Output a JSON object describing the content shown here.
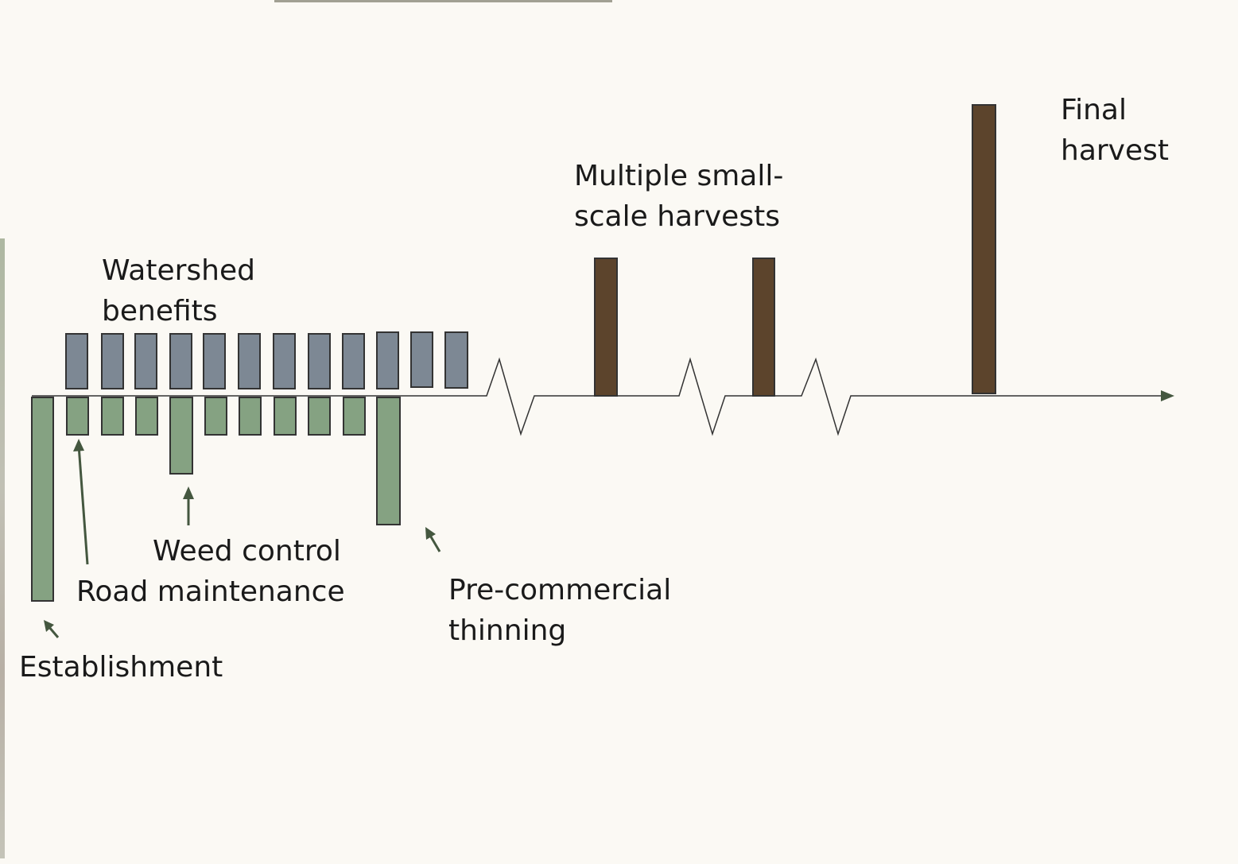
{
  "labels": {
    "watershed": [
      "Watershed",
      "benefits"
    ],
    "multiple_harvests": [
      "Multiple small-",
      "scale harvests"
    ],
    "final_harvest": [
      "Final",
      "harvest"
    ],
    "weed_control": "Weed control",
    "road_maintenance": "Road maintenance",
    "pre_commercial": [
      "Pre-commercial",
      "thinning"
    ],
    "establishment": "Establishment"
  },
  "colors": {
    "benefit": "#7d8894",
    "cost": "#85a282",
    "harvest": "#5c442c",
    "arrow": "#44573f",
    "axis": "#333333"
  }
}
